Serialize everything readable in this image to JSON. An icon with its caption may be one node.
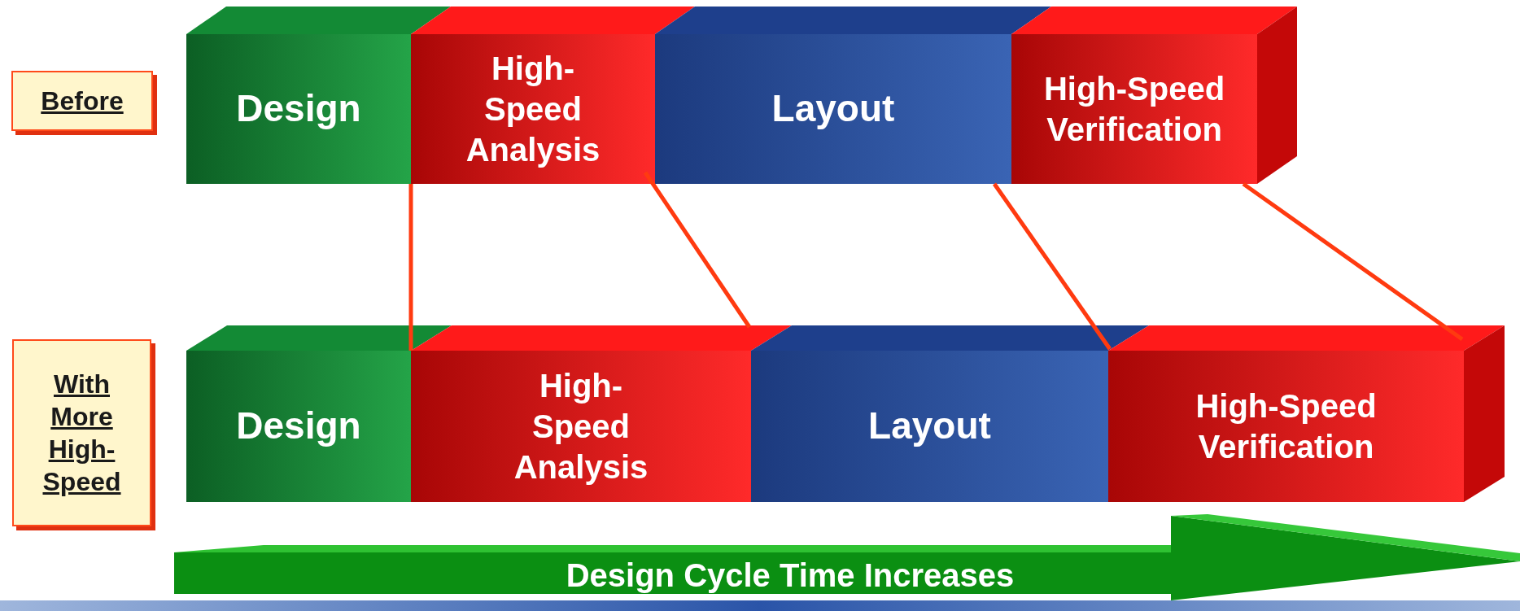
{
  "diagram": {
    "nodes": [
      {
        "text": [
          "Before"
        ]
      },
      {
        "text": [
          "Design"
        ]
      },
      {
        "text": [
          "High-Speed Analysis"
        ]
      },
      {
        "text": [
          "Layout"
        ]
      },
      {
        "text": [
          "High-Speed Verification"
        ]
      },
      {
        "text": [
          "With More High-Speed"
        ]
      },
      {
        "text": [
          "Design"
        ]
      },
      {
        "text": [
          "High-Speed Analysis"
        ]
      },
      {
        "text": [
          "Layout"
        ]
      },
      {
        "text": [
          "High-Speed Verification"
        ]
      },
      {
        "text": [
          "Design Cycle Time Increases"
        ]
      }
    ],
    "edges": [
      {
        "from": 1,
        "to": 6,
        "arrow": "none"
      },
      {
        "from": 2,
        "to": 7,
        "arrow": "none"
      },
      {
        "from": 3,
        "to": 8,
        "arrow": "none"
      },
      {
        "from": 4,
        "to": 9,
        "arrow": "none"
      }
    ]
  }
}
